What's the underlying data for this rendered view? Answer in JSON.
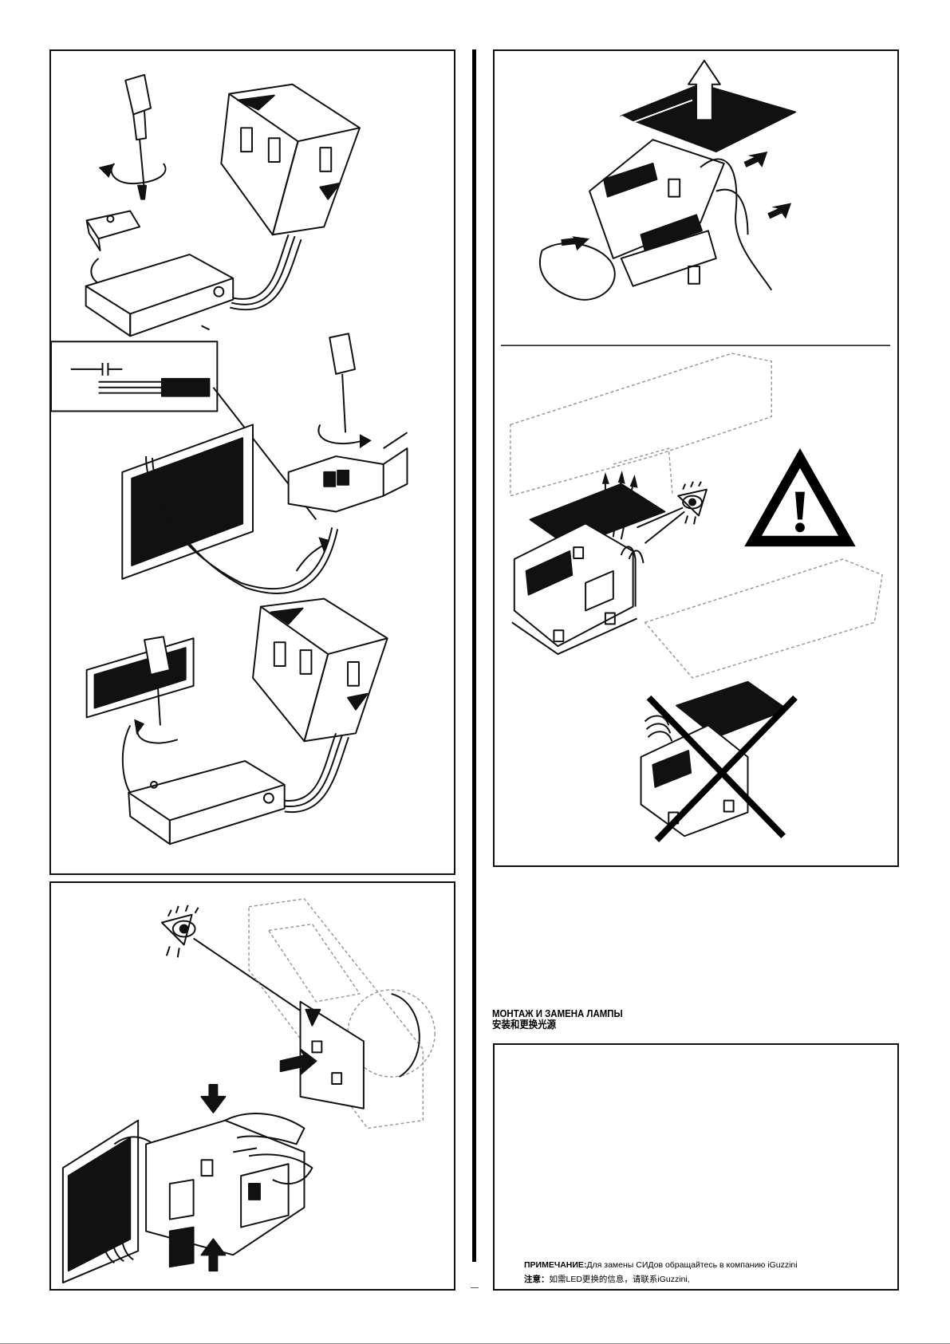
{
  "section": {
    "heading_ru": "МОНТАЖ И ЗАМЕНА ЛАМПЫ",
    "heading_zh": "安装和更换光源"
  },
  "note": {
    "ru_label": "ПРИМЕЧАНИЕ:",
    "ru_text": "Для замены СИДов обращайтесь в компанию iGuzzini",
    "zh_label": "注意：",
    "zh_text": "如需LED更换的信息，请联系iGuzzini,"
  },
  "icons": {
    "warning": "warning-triangle-icon",
    "inspect": "eye-inspection-icon",
    "forbidden": "cross-out-icon",
    "rotate": "rotation-arrow-icon"
  }
}
